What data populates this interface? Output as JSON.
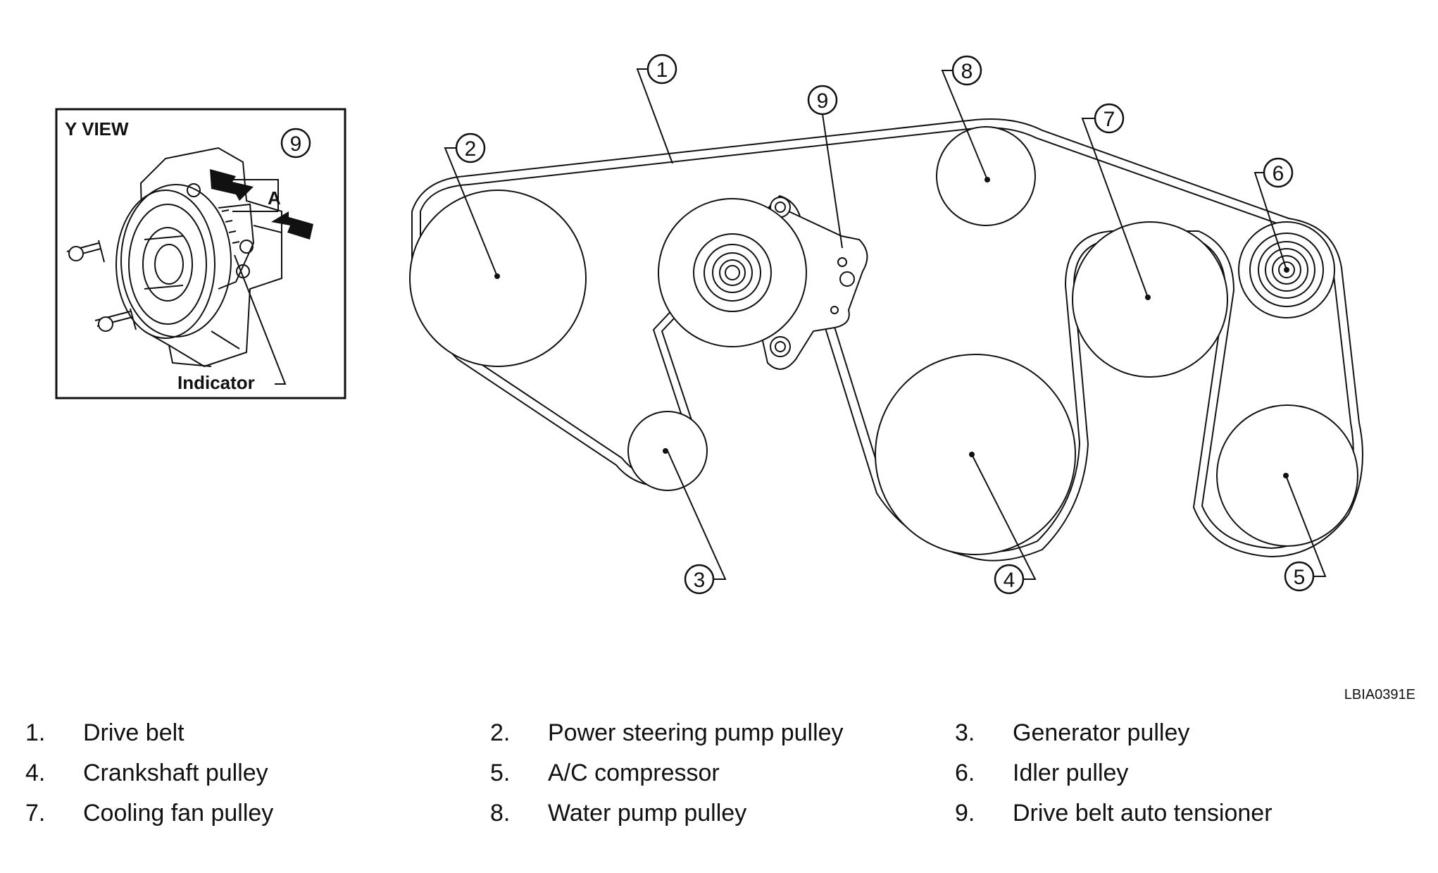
{
  "figure_code": "LBIA0391E",
  "inset": {
    "title": "Y VIEW",
    "callout": "9",
    "marker": "A",
    "indicator_label": "Indicator"
  },
  "callouts": [
    "1",
    "2",
    "3",
    "4",
    "5",
    "6",
    "7",
    "8",
    "9"
  ],
  "legend": [
    {
      "num": "1.",
      "label": "Drive belt"
    },
    {
      "num": "2.",
      "label": "Power steering pump pulley"
    },
    {
      "num": "3.",
      "label": "Generator pulley"
    },
    {
      "num": "4.",
      "label": "Crankshaft pulley"
    },
    {
      "num": "5.",
      "label": "A/C compressor"
    },
    {
      "num": "6.",
      "label": "Idler pulley"
    },
    {
      "num": "7.",
      "label": "Cooling fan pulley"
    },
    {
      "num": "8.",
      "label": "Water pump pulley"
    },
    {
      "num": "9.",
      "label": "Drive belt auto tensioner"
    }
  ]
}
